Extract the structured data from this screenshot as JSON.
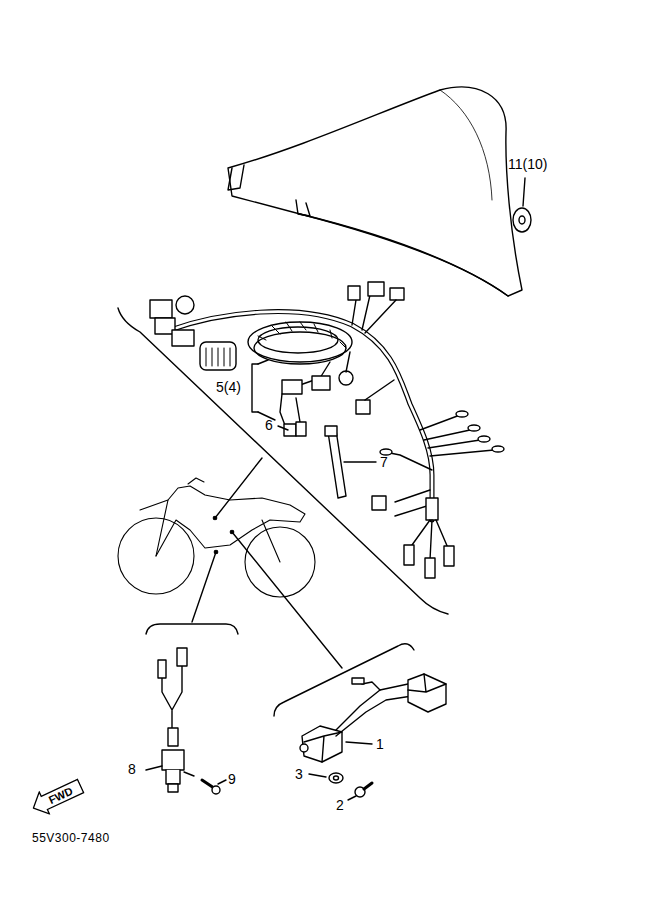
{
  "diagram": {
    "nodes": [
      {
        "text": [
          "FWD"
        ]
      }
    ],
    "labels": [
      "11(10)",
      "5(4)",
      "6",
      "7",
      "1",
      "3",
      "2",
      "8",
      "9",
      "55V300-7480"
    ]
  }
}
